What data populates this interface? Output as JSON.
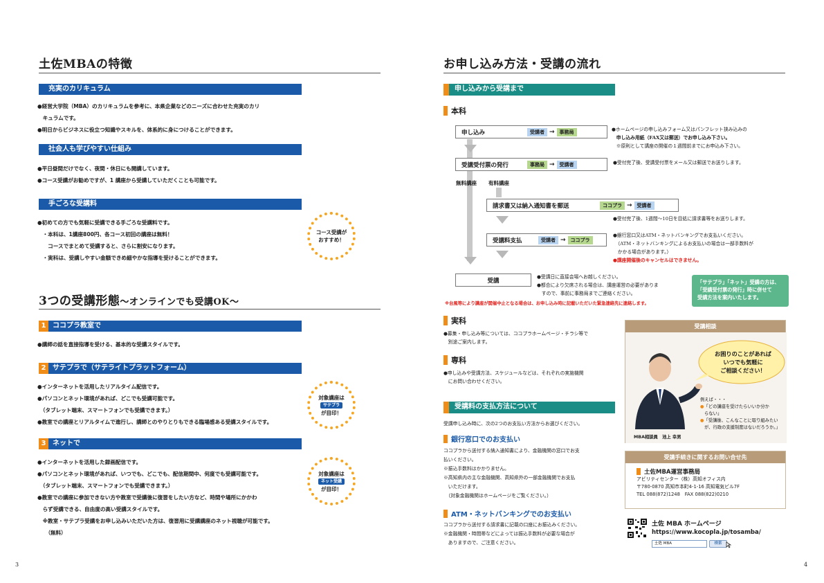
{
  "left": {
    "title": "土佐MBAの特徴",
    "features": [
      {
        "header": "充実のカリキュラム",
        "lines": [
          "●経営大学院（MBA）のカリキュラムを参考に、本県企業などのニーズに合わせた充実のカリ",
          "　キュラムです。",
          "●明日からビジネスに役立つ知識やスキルを、体系的に身につけることができます。"
        ]
      },
      {
        "header": "社会人も学びやすい仕組み",
        "lines": [
          "●平日昼間だけでなく、夜間・休日にも開講しています。",
          "●コース受講がお勧めですが、1 講座から受講していただくことも可能です。"
        ]
      },
      {
        "header": "手ごろな受講料",
        "lines": [
          "●初めての方でも気軽に受講できる手ごろな受講料です。",
          "　・本科は、1講座800円、各コース初回の講座は無料！",
          "　　コースでまとめて受講すると、さらに割安になります。",
          "　・実科は、受講しやすい金額できめ細やかな指導を受けることができます。"
        ]
      }
    ],
    "badge1": {
      "line1": "コース受講が",
      "line2": "おすすめ！"
    },
    "title2": "3つの受講形態",
    "title2_sub": "～オンラインでも受講OK～",
    "forms": [
      {
        "num": "1",
        "header": "ココプラ教室で",
        "lines": [
          "●講師の話を直接指導を受ける、基本的な受講スタイルです。"
        ]
      },
      {
        "num": "2",
        "header": "サテプラで（サテライトプラットフォーム）",
        "lines": [
          "●インターネットを活用したリアルタイム配信です。",
          "●パソコンとネット環境があれば、どこでも受講可能です。",
          "　（タブレット端末、スマートフォンでも受講できます。）",
          "●教室での講座とリアルタイムで進行し、講師とのやりとりもできる臨場感ある受講スタイルです。"
        ]
      },
      {
        "num": "3",
        "header": "ネットで",
        "lines": [
          "●インターネットを活用した録画配信です。",
          "●パソコンとネット環境があれば、いつでも、どこでも、配信期間中、何度でも受講可能です。",
          "　（タブレット端末、スマートフォンでも受講できます。）",
          "●教室での講座に参加できない方や教室で受講後に復習をしたい方など、時間や場所にかかわ",
          "　らず受講できる、自由度の高い受講スタイルです。",
          "　※教室・サテプラ受講をお申し込みいただいた方は、復習用に受講講座のネット視聴が可能です。",
          "　　（無料）"
        ]
      }
    ],
    "badge2": {
      "line1": "対象講座は",
      "tag": "サテプラ",
      "line2": "が目印！"
    },
    "badge3": {
      "line1": "対象講座は",
      "tag": "ネット受講",
      "line2": "が目印！"
    },
    "page_num": "3"
  },
  "right": {
    "title": "お申し込み方法・受講の流れ",
    "flow_header": "申し込みから受講まで",
    "honka": "本科",
    "step1": {
      "label": "申し込み",
      "from": "受講者",
      "to": "事務局"
    },
    "step1_notes": [
      "●ホームページの申し込みフォーム又はパンフレット挟み込みの",
      "　申し込み用紙（FAX又は郵送）でお申し込み下さい。",
      "　※原則として講座の開催の１週間前までにお申込み下さい。"
    ],
    "step2": {
      "label": "受講受付票の発行",
      "from": "事務局",
      "to": "受講者"
    },
    "step2_note": "●受付完了後、受講受付票をメール又は郵送でお送りします。",
    "free_label": "無料講座",
    "paid_label": "有料講座",
    "step3": {
      "label": "請求書又は納入通知書を郵送",
      "from": "ココプラ",
      "to": "受講者"
    },
    "step3_note": "●受付完了後、1週間～10日を目処に請求書等をお送りします。",
    "step4": {
      "label": "受講料支払",
      "from": "受講者",
      "to": "ココプラ"
    },
    "step4_notes": [
      "●銀行窓口又はATM・ネットバンキングでお支払いください。",
      "　（ATM・ネットバンキングによるお支払いの場合は一部手数料が",
      "　かかる場合があります。）"
    ],
    "step4_red": "●講座開催後のキャンセルはできません。",
    "step5": {
      "label": "受講"
    },
    "step5_notes": [
      "●受講日に直接会場へお越しください。",
      "●都合により欠席される場合は、講座運営の必要がありま",
      "　すので、事前に事務局までご連絡ください。"
    ],
    "green_box": [
      "「サテプラ」「ネット」受講の方は、",
      "「受講受付票の発行」時に併せて",
      "受講方法を案内いたします。"
    ],
    "red_notice": "※台風等により講座が開催中止となる場合は、お申し込み時に記載いただいた緊急連絡先に連絡します。",
    "jikka": "実科",
    "jikka_lines": [
      "●募集・申し込み等については、ココプラホームページ・チラシ等で",
      "　別途ご案内します。"
    ],
    "senka": "専科",
    "senka_lines": [
      "●申し込みや受講方法、スケジュールなどは、それぞれの実施機関",
      "　にお問い合わせください。"
    ],
    "pay_header": "受講料の支払方法について",
    "pay_intro": "受講申し込み時に、次の2つのお支払い方法からお選びください。",
    "bank_head": "銀行窓口でのお支払い",
    "bank_lines": [
      "ココプラから送付する納入通知書により、金融機関の窓口でお支",
      "払いください。",
      "※振込手数料はかかりません。",
      "※高知県内の主な金融機関、高知県外の一部金融機関でお支払",
      "　いただけます。",
      "　（対象金融機関はホームページをご覧ください。）"
    ],
    "atm_head": "ATM・ネットバンキングでのお支払い",
    "atm_lines": [
      "ココプラから送付する請求書に記載の口座にお振込みください。",
      "※金融機関・時間帯などによっては振込手数料が必要な場合が",
      "　ありますので、ご注意ください。"
    ],
    "consult_header": "受講相談",
    "bubble": [
      "お困りのことがあれば",
      "いつでも気軽に",
      "ご相談ください！"
    ],
    "examples_title": "例えば・・・",
    "examples": [
      "「どの講座を受けたらいいか分か",
      "らない」",
      "「受講後、こんなことに取り組みたい",
      "が、行政の支援制度はないだろうか。」"
    ],
    "advisor": "MBA相談員　池上 幸男",
    "contact_header": "受講手続きに関するお問い合せ先",
    "office_name": "土佐MBA運営事務局",
    "office_lines": [
      "アビリティセンター（株）高知オフィス内",
      "〒780-0870 高知市本町4-1-16 高知電気ビル7F",
      "TEL 088(872)1248　FAX 088(822)0210"
    ],
    "hp_label": "土佐 MBA ホームページ",
    "hp_url": "https://www.kocopla.jp/tosamba/",
    "search_value": "土佐 MBA",
    "search_btn": "検索",
    "page_num": "4",
    "colors": {
      "blue": "#1b5aa8",
      "teal": "#1a8d86",
      "orange": "#f08c18",
      "red": "#e0201b",
      "green": "#5cb88c"
    }
  }
}
